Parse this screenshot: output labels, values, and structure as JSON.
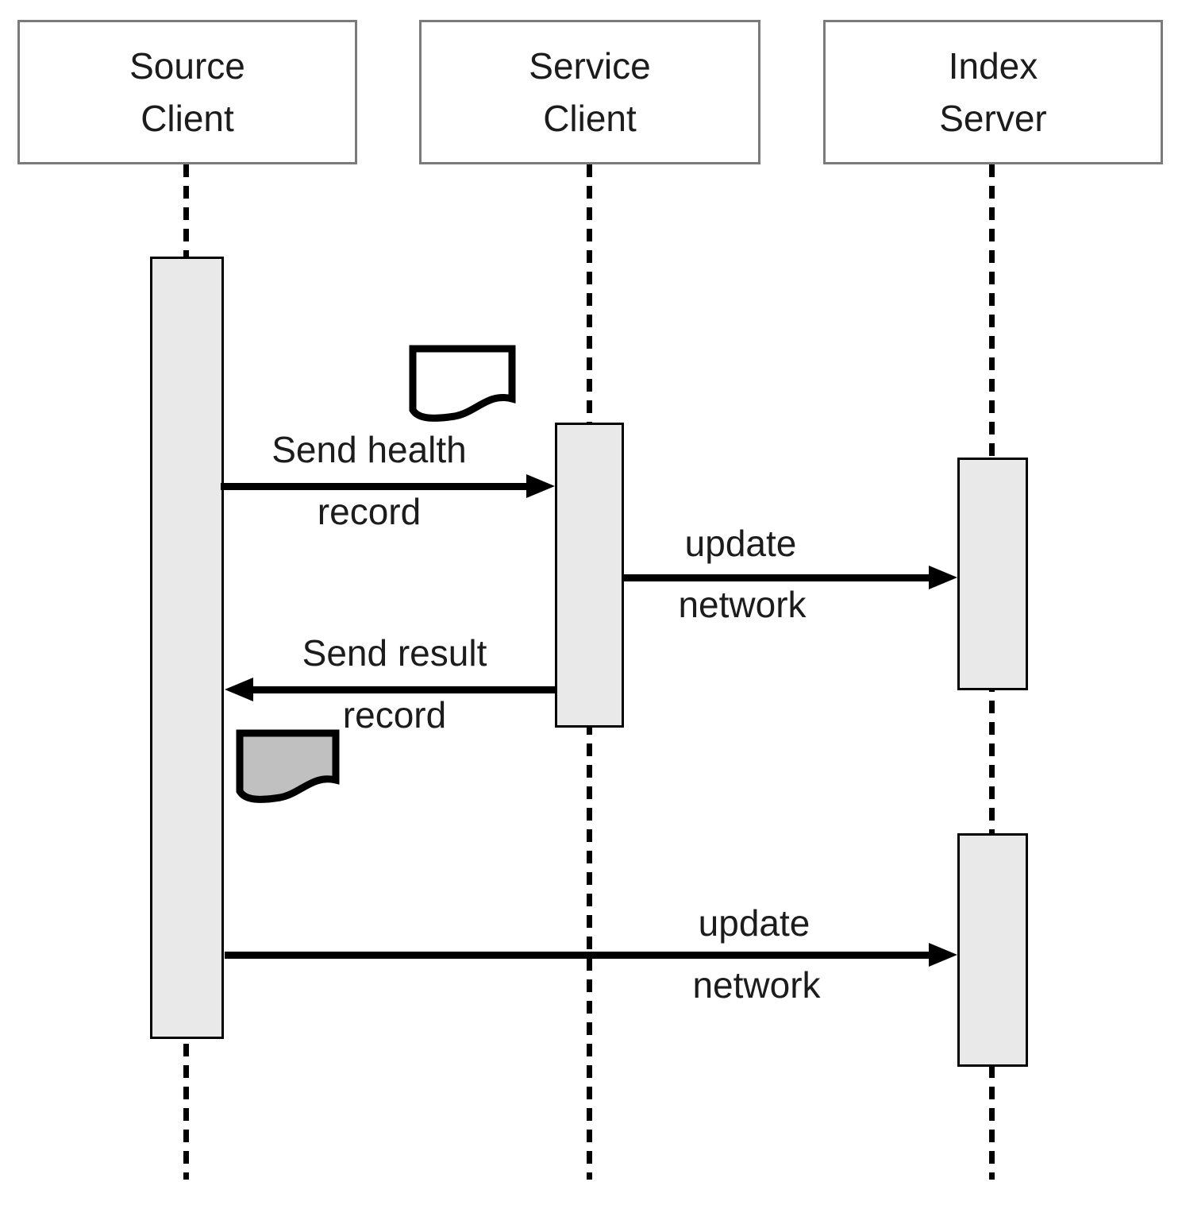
{
  "diagram": {
    "kind": "uml-sequence-diagram",
    "actors": [
      {
        "id": "source-client",
        "label_line1": "Source",
        "label_line2": "Client"
      },
      {
        "id": "service-client",
        "label_line1": "Service",
        "label_line2": "Client"
      },
      {
        "id": "index-server",
        "label_line1": "Index",
        "label_line2": "Server"
      }
    ],
    "messages": [
      {
        "from": "source-client",
        "to": "service-client",
        "direction": "right",
        "label_line1": "Send health",
        "label_line2": "record"
      },
      {
        "from": "service-client",
        "to": "index-server",
        "direction": "right",
        "label_line1": "update",
        "label_line2": "network"
      },
      {
        "from": "service-client",
        "to": "source-client",
        "direction": "left",
        "label_line1": "Send result",
        "label_line2": "record"
      },
      {
        "from": "source-client",
        "to": "index-server",
        "direction": "right",
        "label_line1": "update",
        "label_line2": "network"
      }
    ],
    "notes": [
      {
        "id": "health-record-document",
        "fill": "#ffffff"
      },
      {
        "id": "result-record-document",
        "fill": "#c0c0c0"
      }
    ],
    "colors": {
      "background": "#ffffff",
      "activation_fill": "#e9e9e9",
      "activation_border": "#000000",
      "header_border": "#7b7b7b",
      "lifeline": "#000000",
      "arrow": "#000000",
      "note_gray_fill": "#c0c0c0",
      "text": "#1c1c1c"
    }
  }
}
